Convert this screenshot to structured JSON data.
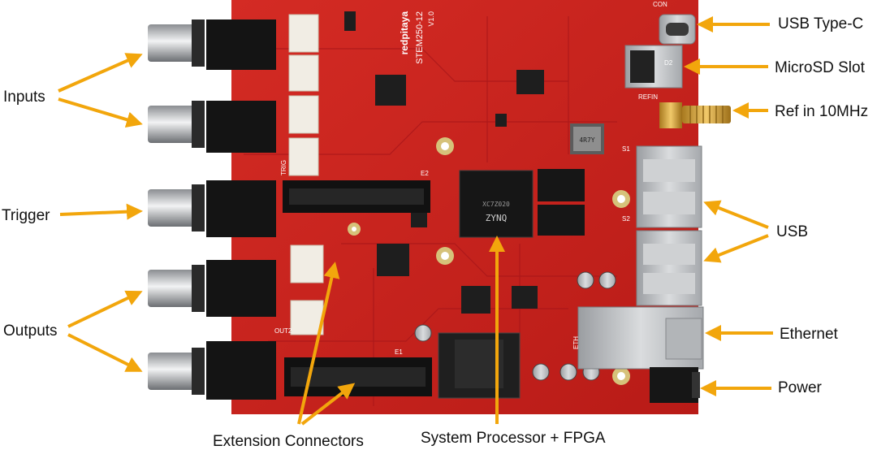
{
  "labels": {
    "inputs": "Inputs",
    "trigger": "Trigger",
    "outputs": "Outputs",
    "extension": "Extension Connectors",
    "processor": "System Processor + FPGA",
    "usb_c": "USB Type-C",
    "microsd": "MicroSD Slot",
    "ref_in": "Ref in 10MHz",
    "usb": "USB",
    "ethernet": "Ethernet",
    "power": "Power"
  },
  "board": {
    "brand": "redpitaya",
    "model": "STEM250-12",
    "version": "V1.0",
    "soc_brand": "ZYNQ",
    "soc_part": "XC7Z020",
    "inductor_code": "4R7Y",
    "silk_trig": "TRIG",
    "silk_e1": "E1",
    "silk_e2": "E2",
    "silk_s1": "S1",
    "silk_s2": "S2",
    "silk_eth": "ETH",
    "silk_refin": "REFIN",
    "silk_con": "CON",
    "silk_out2": "OUT2",
    "silk_d2": "D2"
  },
  "colors": {
    "pcb": "#c8231e",
    "arrow": "#f2a60c",
    "metal": "#b9bcc0",
    "chip": "#1b1b1b"
  }
}
